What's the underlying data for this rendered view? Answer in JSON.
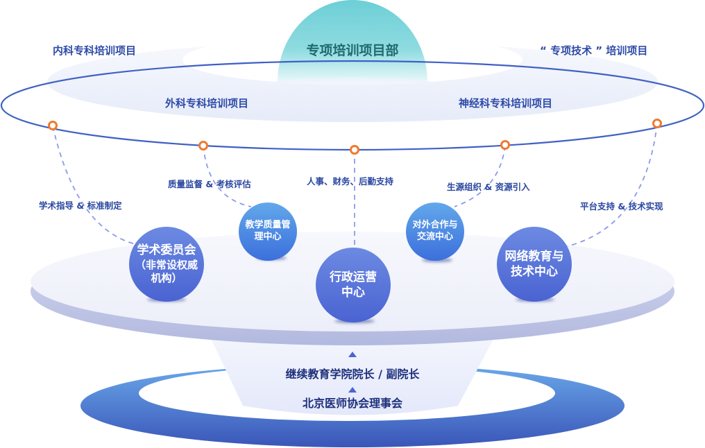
{
  "top_department": {
    "title": "专项培训项目部",
    "programs": [
      {
        "label": "内科专科培训项目"
      },
      {
        "label": "“ 专项技术 ” 培训项目"
      },
      {
        "label": "外科专科培训项目"
      },
      {
        "label": "神经科专科培训项目"
      }
    ]
  },
  "connections": [
    {
      "label": "学术指导 & 标准制定"
    },
    {
      "label": "质量监督 & 考核评估"
    },
    {
      "label": "人事、财务、后勤支持"
    },
    {
      "label": "生源组织 & 资源引入"
    },
    {
      "label": "平台支持 & 技术实现"
    }
  ],
  "centers": [
    {
      "lines": [
        "学术委员会",
        "（非常设权威",
        "机构）"
      ]
    },
    {
      "lines": [
        "教学质量管",
        "理中心"
      ]
    },
    {
      "lines": [
        "行政运营",
        "中心"
      ]
    },
    {
      "lines": [
        "对外合作与",
        "交流中心"
      ]
    },
    {
      "lines": [
        "网络教育与",
        "技术中心"
      ]
    }
  ],
  "hierarchy": [
    {
      "label": "继续教育学院院长 / 副院长"
    },
    {
      "label": "北京医师协会理事会"
    }
  ],
  "colors": {
    "accent_blue": "#3d5fc9",
    "node_orange": "#f07a2e",
    "dome_teal": "#6fd0d6",
    "label_blue": "#2e4aa8"
  }
}
